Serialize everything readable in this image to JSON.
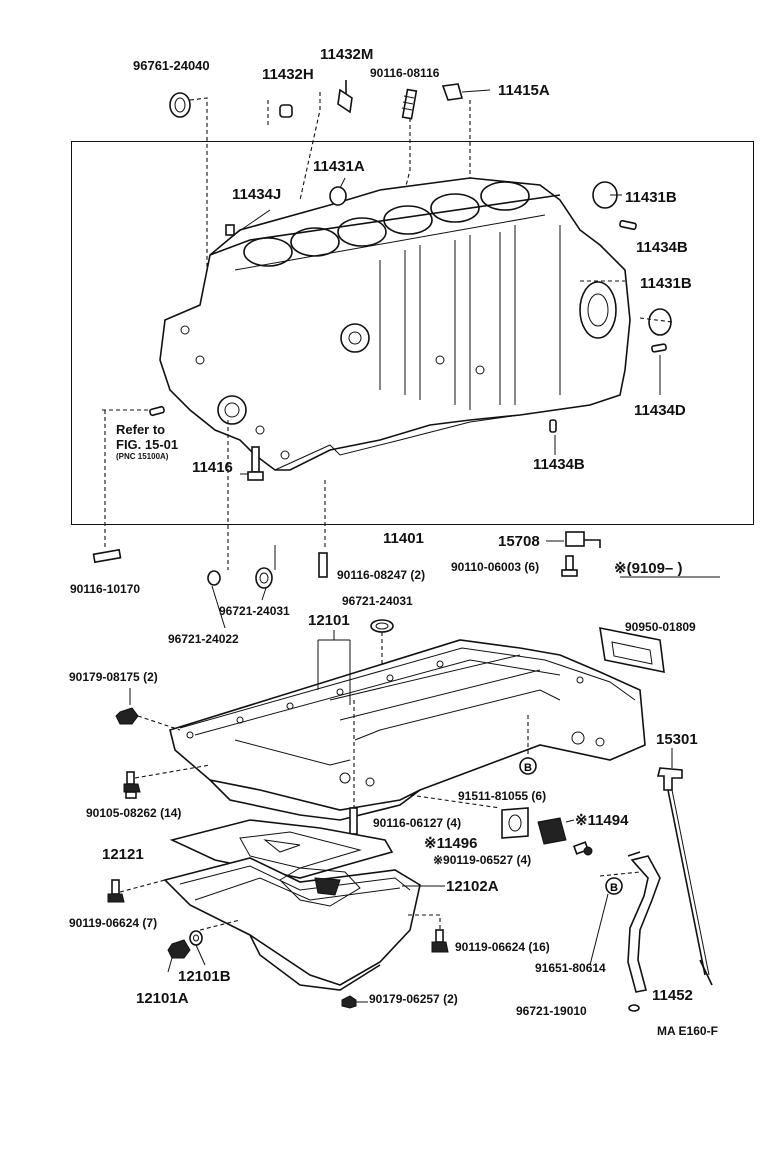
{
  "labels": {
    "p11432M": "11432M",
    "p96761_24040": "96761-24040",
    "p11432H": "11432H",
    "p90116_08116": "90116-08116",
    "p11415A": "11415A",
    "p11431A": "11431A",
    "p11434J": "11434J",
    "p11431B_top": "11431B",
    "p11434B_top": "11434B",
    "p11431B_mid": "11431B",
    "p11434D": "11434D",
    "p11434B_low": "11434B",
    "refer_to": "Refer to",
    "fig_ref": "FIG. 15-01",
    "pnc_ref": "(PNC 15100A)",
    "p11416": "11416",
    "p11401": "11401",
    "p15708": "15708",
    "p90110_06003": "90110-06003 (6)",
    "date_note": "※(9109–         )",
    "p90116_10170": "90116-10170",
    "p90116_08247": "90116-08247 (2)",
    "p96721_24031_a": "96721-24031",
    "p96721_24031_b": "96721-24031",
    "p96721_24022": "96721-24022",
    "p12101": "12101",
    "p90950_01809": "90950-01809",
    "p90179_08175": "90179-08175 (2)",
    "p15301": "15301",
    "p90105_08262": "90105-08262 (14)",
    "p91511_81055": "91511-81055 (6)",
    "p90116_06127": "90116-06127 (4)",
    "p11494": "※11494",
    "p11496": "※11496",
    "p90119_06527": "※90119-06527 (4)",
    "p12121": "12121",
    "p12102A": "12102A",
    "p90119_06624_7": "90119-06624 (7)",
    "p90119_06624_16": "90119-06624 (16)",
    "p91651_80614": "91651-80614",
    "p12101B": "12101B",
    "p12101A": "12101A",
    "p11452": "11452",
    "p90179_06257": "90179-06257 (2)",
    "p96721_19010": "96721-19010",
    "p_circle_b": "B",
    "drawing_code": "MA E160-F"
  }
}
